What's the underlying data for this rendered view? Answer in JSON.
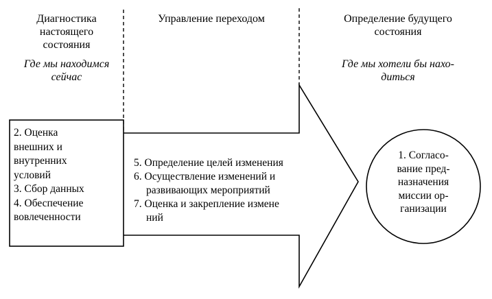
{
  "columns": {
    "left": {
      "heading_lines": [
        "Диагностика",
        "настоящего",
        "состояния"
      ],
      "question_lines": [
        "Где мы находимся",
        "сейчас"
      ]
    },
    "middle": {
      "heading": "Управление переходом"
    },
    "right": {
      "heading_lines": [
        "Определение будущего",
        "состояния"
      ],
      "question_lines": [
        "Где мы хотели бы нахо-",
        "диться"
      ]
    }
  },
  "left_box": {
    "lines": [
      "2. Оценка",
      "внешних и",
      "внутренних",
      "условий",
      "3. Сбор данных",
      "4. Обеспечение",
      "вовлеченности"
    ]
  },
  "arrow": {
    "lines": [
      "5. Определение целей изменения",
      "6. Осуществление изменений и",
      "развивающих мероприятий",
      "7. Оценка и закрепление измене",
      "ний"
    ]
  },
  "circle": {
    "lines": [
      "1. Согласо-",
      "вание пред-",
      "назначения",
      "миссии ор-",
      "ганизации"
    ]
  }
}
